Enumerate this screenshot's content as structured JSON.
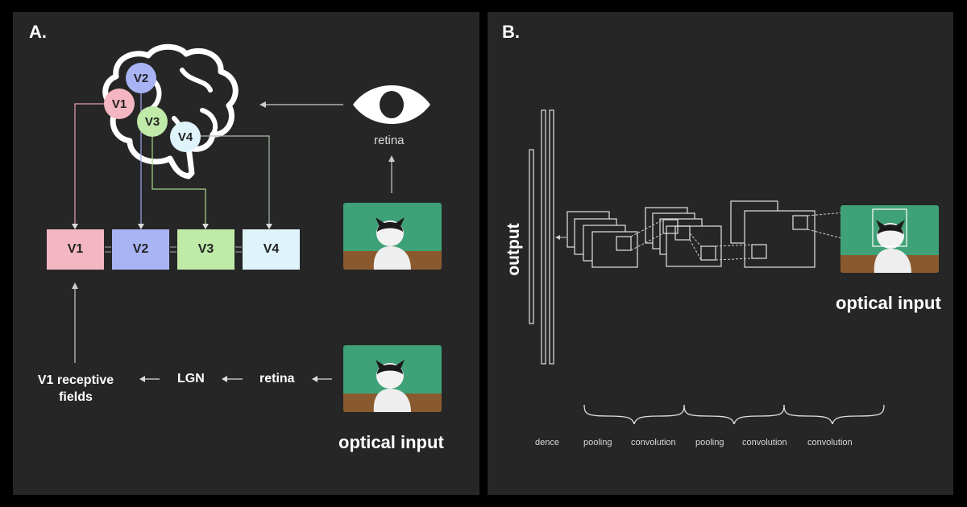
{
  "panel_a": {
    "label": "A.",
    "brain_areas": [
      "V1",
      "V2",
      "V3",
      "V4"
    ],
    "boxes": [
      "V1",
      "V2",
      "V3",
      "V4"
    ],
    "eye_label": "retina",
    "pipeline": {
      "receptive": "V1 receptive fields",
      "lgn": "LGN",
      "retina": "retina"
    },
    "optical_input": "optical input"
  },
  "panel_b": {
    "label": "B.",
    "output": "output",
    "optical_input": "optical input",
    "layers": [
      "dence",
      "pooling",
      "convolution",
      "pooling",
      "convolution",
      "convolution"
    ]
  },
  "colors": {
    "v1": "#f4b6c2",
    "v2": "#a9b4f5",
    "v3": "#bfeaa8",
    "v4": "#dff3fb",
    "background": "#262626",
    "photo_bg": "#3fa177"
  },
  "icons": [
    "brain-icon",
    "eye-icon",
    "cat-photo"
  ]
}
